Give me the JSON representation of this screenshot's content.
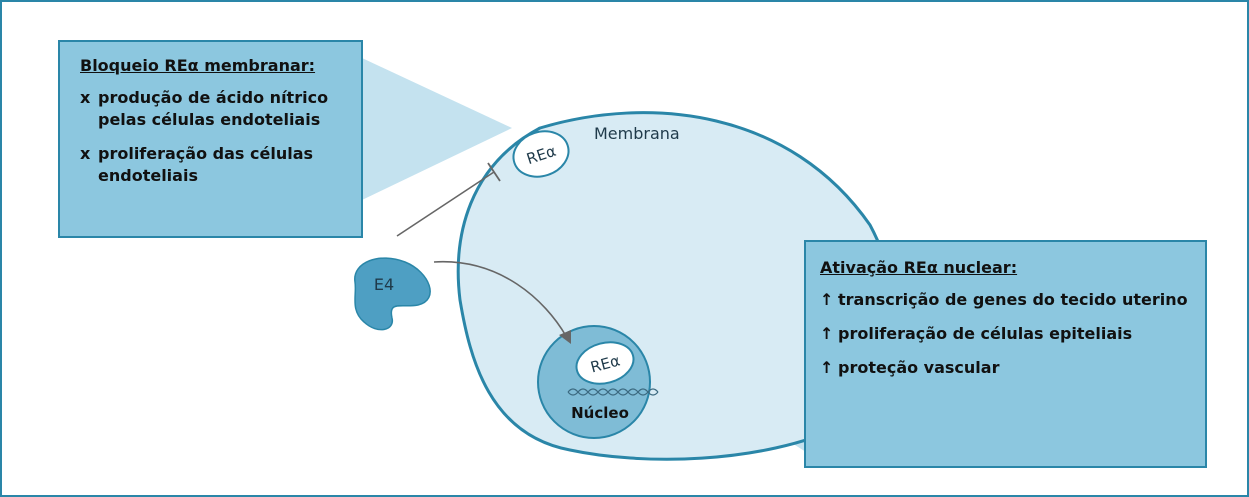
{
  "labels": {
    "membrane": "Membrana",
    "nucleus": "Núcleo",
    "ligand": "E4",
    "receptor_membrane": "REα",
    "receptor_nuclear": "REα"
  },
  "box_left": {
    "heading": "Bloqueio REα membranar:",
    "items": [
      {
        "symbol": "x",
        "text": "produção de ácido nítrico pelas células endoteliais"
      },
      {
        "symbol": "x",
        "text": "proliferação das células endoteliais"
      }
    ]
  },
  "box_right": {
    "heading": "Ativação REα nuclear:",
    "items": [
      {
        "symbol": "↑",
        "text": "transcrição de genes do tecido uterino"
      },
      {
        "symbol": "↑",
        "text": "proliferação de células epiteliais"
      },
      {
        "symbol": "↑",
        "text": "proteção vascular"
      }
    ]
  },
  "colors": {
    "border": "#2a86a8",
    "box_fill": "#8cc7df",
    "cell_fill": "#d8ebf4",
    "nucleus_fill": "#7fbcd6",
    "ligand_fill": "#4e9fc3",
    "beam_fill": "#c4e2ef"
  }
}
